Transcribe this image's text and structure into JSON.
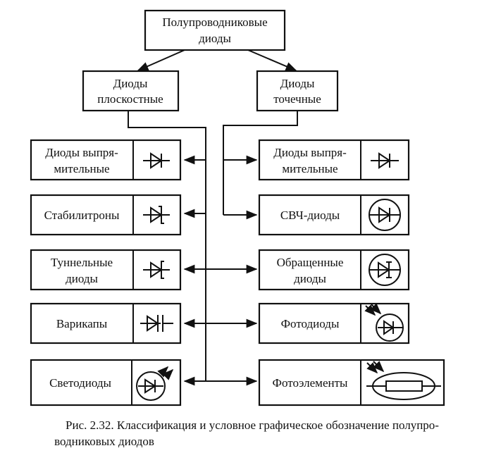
{
  "diagram": {
    "root": {
      "line1": "Полупроводниковые",
      "line2": "диоды"
    },
    "planar": {
      "line1": "Диоды",
      "line2": "плоскостные"
    },
    "point": {
      "line1": "Диоды",
      "line2": "точечные"
    },
    "left_items": [
      {
        "line1": "Диоды выпря-",
        "line2": "мительные",
        "icon": "rectifier-diode-icon"
      },
      {
        "line1": "Стабилитроны",
        "line2": "",
        "icon": "zener-diode-icon"
      },
      {
        "line1": "Туннельные",
        "line2": "диоды",
        "icon": "tunnel-diode-icon"
      },
      {
        "line1": "Варикапы",
        "line2": "",
        "icon": "varicap-icon"
      },
      {
        "line1": "Светодиоды",
        "line2": "",
        "icon": "led-icon"
      }
    ],
    "right_items": [
      {
        "line1": "Диоды выпря-",
        "line2": "мительные",
        "icon": "rectifier-diode-icon"
      },
      {
        "line1": "СВЧ-диоды",
        "line2": "",
        "icon": "microwave-diode-icon"
      },
      {
        "line1": "Обращенные",
        "line2": "диоды",
        "icon": "backward-diode-icon"
      },
      {
        "line1": "Фотодиоды",
        "line2": "",
        "icon": "photodiode-icon"
      },
      {
        "line1": "Фотоэлементы",
        "line2": "",
        "icon": "photocell-icon"
      }
    ]
  },
  "caption": {
    "line1": "Рис. 2.32. Классификация и условное графическое обозначение полупро-",
    "line2": "водниковых диодов"
  }
}
